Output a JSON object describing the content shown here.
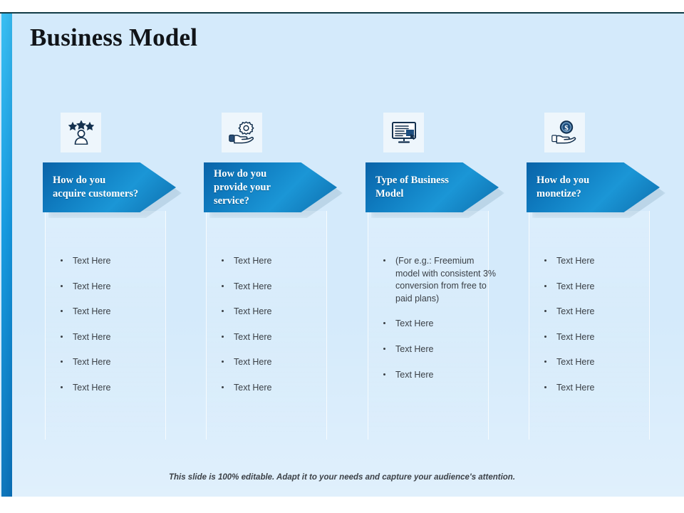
{
  "slide": {
    "title": "Business Model",
    "background_color": "#d4eafb",
    "accent_color": "#0d7cc2",
    "banner_gradient": [
      "#0a63a8",
      "#1b96d6"
    ],
    "footer_note": "This slide is 100% editable. Adapt it to your needs and capture your audience's attention."
  },
  "columns": [
    {
      "icon": "customer-stars-icon",
      "banner_label": "How do you acquire customers?",
      "bullets": [
        "Text Here",
        "Text Here",
        "Text Here",
        "Text Here",
        "Text Here",
        "Text Here"
      ]
    },
    {
      "icon": "hand-gear-icon",
      "banner_label": "How do you provide your service?",
      "bullets": [
        "Text Here",
        "Text Here",
        "Text Here",
        "Text Here",
        "Text Here",
        "Text Here"
      ]
    },
    {
      "icon": "monitor-document-icon",
      "banner_label": "Type of Business Model",
      "bullets": [
        "(For e.g.: Freemium model with consistent 3% conversion from free to paid plans)",
        "Text Here",
        "Text Here",
        "Text Here"
      ]
    },
    {
      "icon": "hand-dollar-coin-icon",
      "banner_label": "How do you monetize?",
      "bullets": [
        "Text Here",
        "Text Here",
        "Text Here",
        "Text Here",
        "Text Here",
        "Text Here"
      ]
    }
  ]
}
